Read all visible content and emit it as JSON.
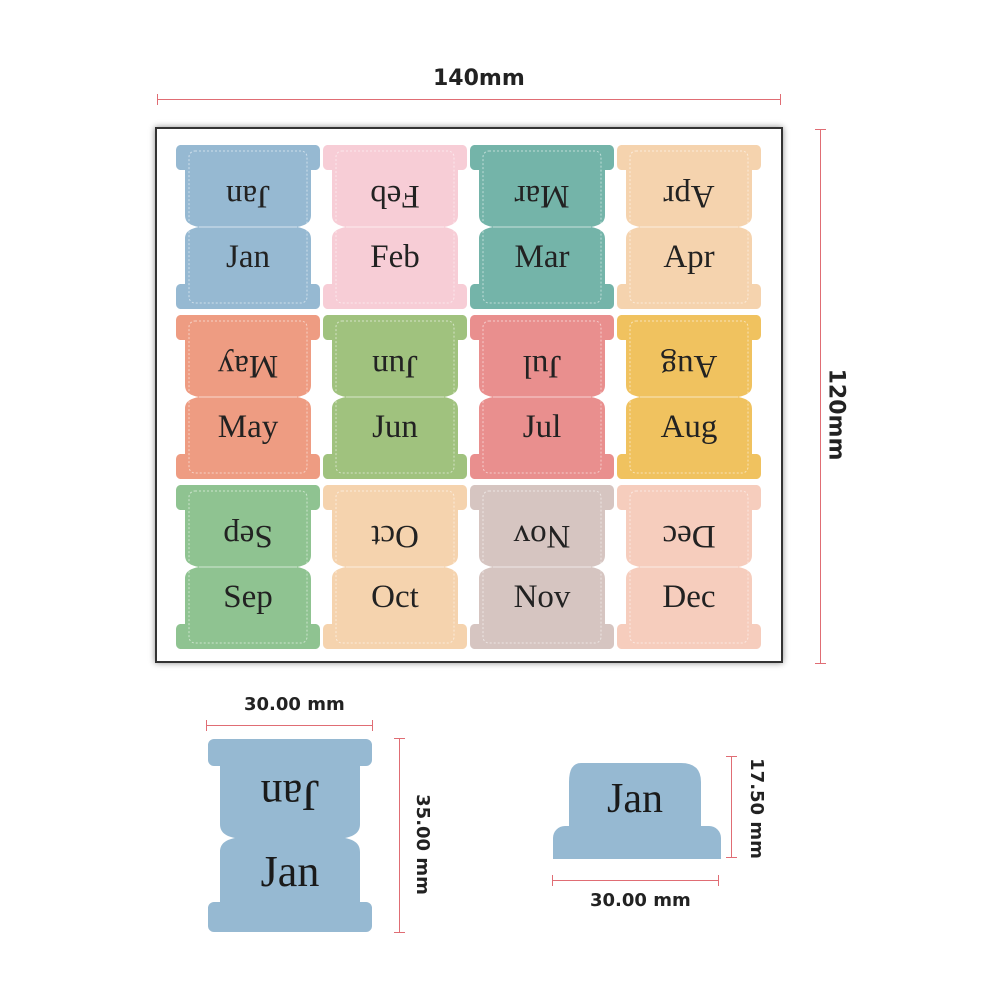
{
  "sheet": {
    "width_label": "140mm",
    "height_label": "120mm"
  },
  "tabs": [
    {
      "label": "Jan",
      "color": "#96b9d2"
    },
    {
      "label": "Feb",
      "color": "#f7cdd6"
    },
    {
      "label": "Mar",
      "color": "#74b4a9"
    },
    {
      "label": "Apr",
      "color": "#f5d3ae"
    },
    {
      "label": "May",
      "color": "#ee9c82"
    },
    {
      "label": "Jun",
      "color": "#a0c27e"
    },
    {
      "label": "Jul",
      "color": "#e98f8e"
    },
    {
      "label": "Aug",
      "color": "#f0c25f"
    },
    {
      "label": "Sep",
      "color": "#8fc391"
    },
    {
      "label": "Oct",
      "color": "#f5d3ae"
    },
    {
      "label": "Nov",
      "color": "#d6c5c1"
    },
    {
      "label": "Dec",
      "color": "#f6cdbd"
    }
  ],
  "detail_full": {
    "label": "Jan",
    "color": "#96b9d2",
    "width_label": "30.00 mm",
    "height_label": "35.00 mm"
  },
  "detail_folded": {
    "label": "Jan",
    "color": "#96b9d2",
    "width_label": "30.00 mm",
    "height_label": "17.50 mm"
  }
}
